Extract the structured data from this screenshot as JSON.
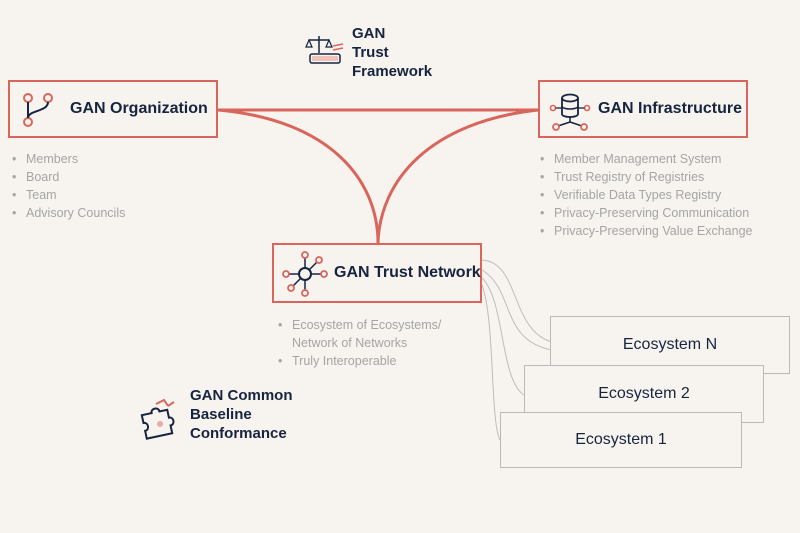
{
  "diagram": {
    "framework": {
      "lines": [
        "GAN",
        "Trust",
        "Framework"
      ],
      "icon": "scales-book-icon"
    },
    "organization": {
      "title": "GAN Organization",
      "icon": "branch-icon",
      "items": [
        "Members",
        "Board",
        "Team",
        "Advisory Councils"
      ]
    },
    "infrastructure": {
      "title": "GAN Infrastructure",
      "icon": "database-network-icon",
      "items": [
        "Member Management System",
        "Trust Registry of Registries",
        "Verifiable Data Types Registry",
        "Privacy-Preserving Communication",
        "Privacy-Preserving Value Exchange"
      ]
    },
    "network": {
      "title": "GAN Trust Network",
      "icon": "network-hub-icon",
      "items": [
        "Ecosystem of Ecosystems/",
        "Network of Networks",
        "Truly Interoperable"
      ]
    },
    "conformance": {
      "lines": [
        "GAN Common",
        "Baseline",
        "Conformance"
      ],
      "icon": "puzzle-icon"
    },
    "ecosystems": [
      "Ecosystem N",
      "Ecosystem 2",
      "Ecosystem 1"
    ],
    "colors": {
      "accent": "#d9665c",
      "text": "#16243f",
      "muted": "#a5a5a5",
      "background": "#f7f3ee"
    }
  }
}
